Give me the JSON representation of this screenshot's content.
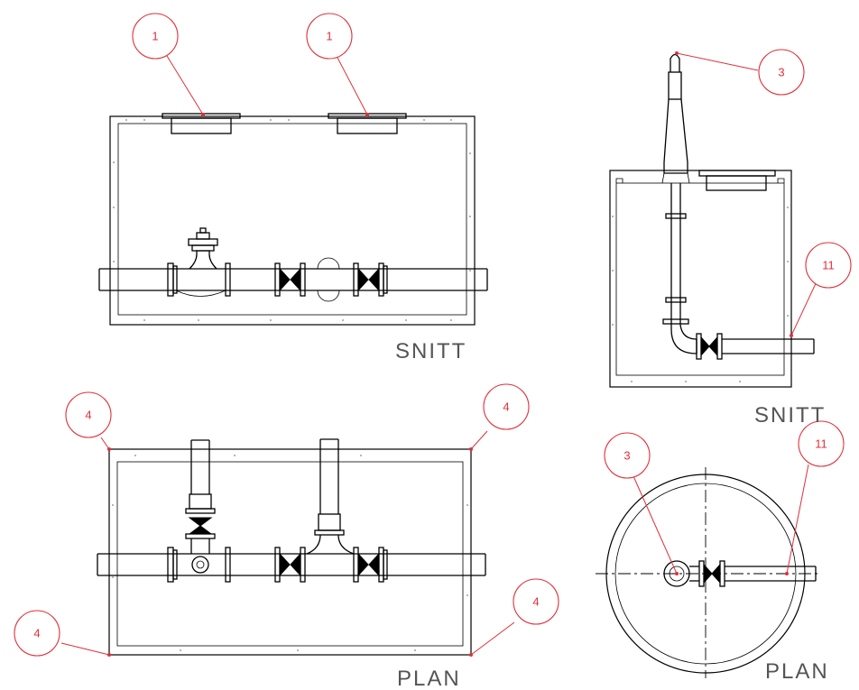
{
  "views": {
    "snitt_left": "SNITT",
    "snitt_right": "SNITT",
    "plan_left": "PLAN",
    "plan_right": "PLAN"
  },
  "callouts": {
    "c1a": "1",
    "c1b": "1",
    "c3a": "3",
    "c11a": "11",
    "c4a": "4",
    "c4b": "4",
    "c4c": "4",
    "c4d": "4",
    "c3b": "3",
    "c11b": "11"
  },
  "colors": {
    "callout": "#e0303a",
    "linework": "#000000",
    "title_text": "#555555"
  }
}
